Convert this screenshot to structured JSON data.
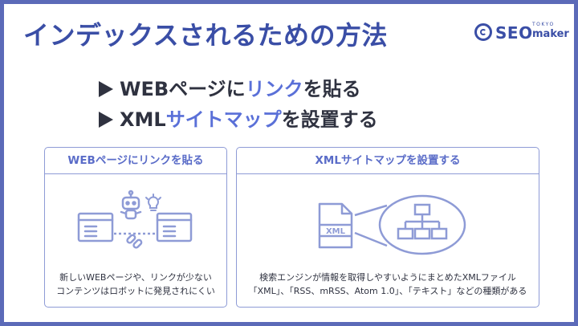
{
  "title": "インデックスされるための方法",
  "logo": {
    "seo": "SEO",
    "tokyo": "TOKYO",
    "maker": "maker"
  },
  "bullets": [
    {
      "prefix": "WEBページに",
      "highlight": "リンク",
      "suffix": "を貼る"
    },
    {
      "prefix": "XML",
      "highlight": "サイトマップ",
      "suffix": "を設置する"
    }
  ],
  "cards": [
    {
      "title": "WEBページにリンクを貼る",
      "line1": "新しいWEBページや、リンクが少ない",
      "line2": "コンテンツはロボットに発見されにくい"
    },
    {
      "title": "XMLサイトマップを設置する",
      "line1": "検索エンジンが情報を取得しやすいようにまとめたXMLファイル",
      "line2": "「XML」、「RSS、mRSS、Atom 1.0」、「テキスト」などの種類がある",
      "file_label": "XML"
    }
  ],
  "colors": {
    "accent": "#5a70d8",
    "title": "#3a4ea6",
    "border": "#5b6ab8",
    "icon": "#8e9bd6"
  }
}
